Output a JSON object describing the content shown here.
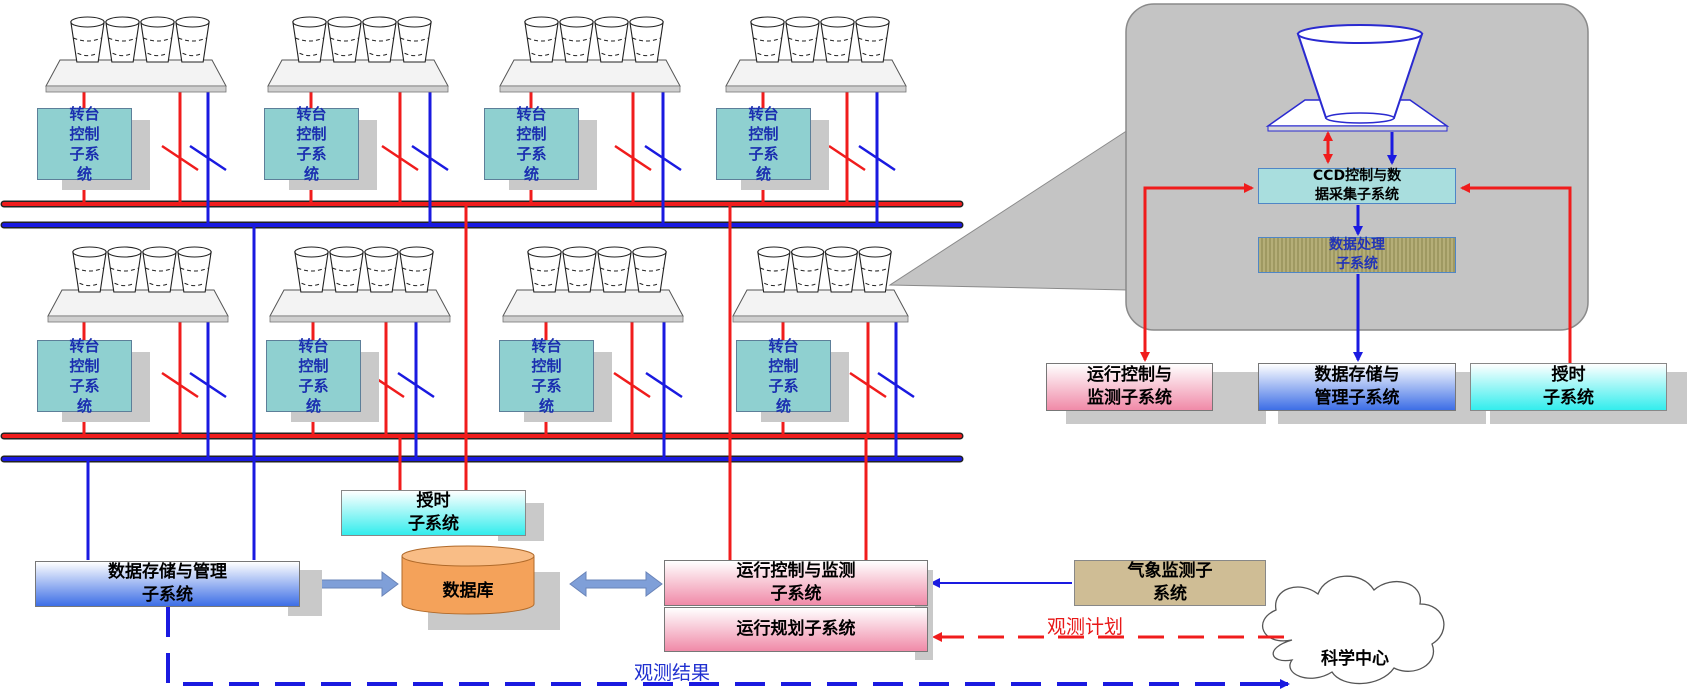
{
  "turntable_label": "转台\n控制\n子系\n统",
  "boxes": {
    "timing_main": "授时\n子系统",
    "storage_main": "数据存储与管理\n子系统",
    "database": "数据库",
    "opctl_main": "运行控制与监测\n子系统",
    "planning": "运行规划子系统",
    "weather": "气象监测子\n系统",
    "science": "科学中心",
    "ccd": "CCD控制与数\n据采集子系统",
    "dataproc": "数据处理\n子系统",
    "opctl_right": "运行控制与\n监测子系统",
    "storage_right": "数据存储与\n管理子系统",
    "timing_right": "授时\n子系统"
  },
  "labels": {
    "obs_plan": "观测计划",
    "obs_result": "观测结果"
  },
  "colors": {
    "red_line": "#f01c1c",
    "blue_line": "#1a1ae0",
    "callout_bg": "#c4c4c4",
    "arrow_fill": "#7f9fd8"
  }
}
